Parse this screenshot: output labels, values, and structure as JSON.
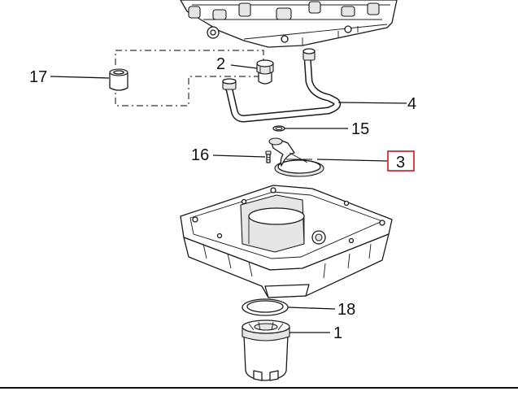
{
  "callouts": [
    {
      "id": "17",
      "label": "17",
      "highlighted": false
    },
    {
      "id": "2",
      "label": "2",
      "highlighted": false
    },
    {
      "id": "4",
      "label": "4",
      "highlighted": false
    },
    {
      "id": "15",
      "label": "15",
      "highlighted": false
    },
    {
      "id": "16",
      "label": "16",
      "highlighted": false
    },
    {
      "id": "3",
      "label": "3",
      "highlighted": true
    },
    {
      "id": "18",
      "label": "18",
      "highlighted": false
    },
    {
      "id": "1",
      "label": "1",
      "highlighted": false
    }
  ],
  "colors": {
    "line": "#111111",
    "highlight_box": "#d0141c",
    "background": "#ffffff"
  }
}
